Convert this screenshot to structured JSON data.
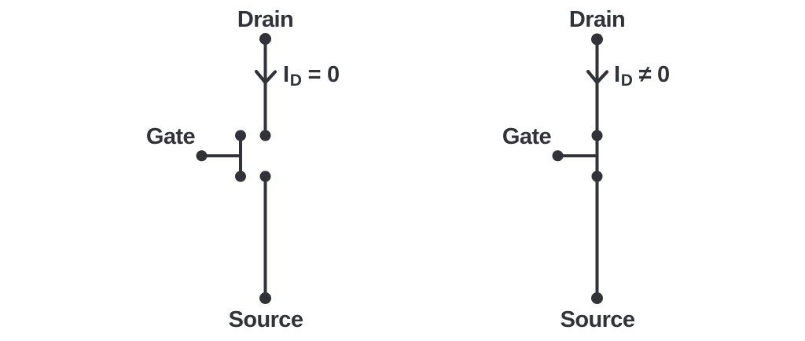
{
  "colors": {
    "ink": "#323338",
    "background": "#ffffff"
  },
  "figure": {
    "left": {
      "switch_state": "open-switch",
      "drain_label": "Drain",
      "gate_label": "Gate",
      "source_label": "Source",
      "current": {
        "symbol": "I",
        "subscript": "D",
        "relation": "= 0"
      }
    },
    "right": {
      "switch_state": "closed-switch",
      "drain_label": "Drain",
      "gate_label": "Gate",
      "source_label": "Source",
      "current": {
        "symbol": "I",
        "subscript": "D",
        "relation": "≠ 0"
      }
    }
  }
}
